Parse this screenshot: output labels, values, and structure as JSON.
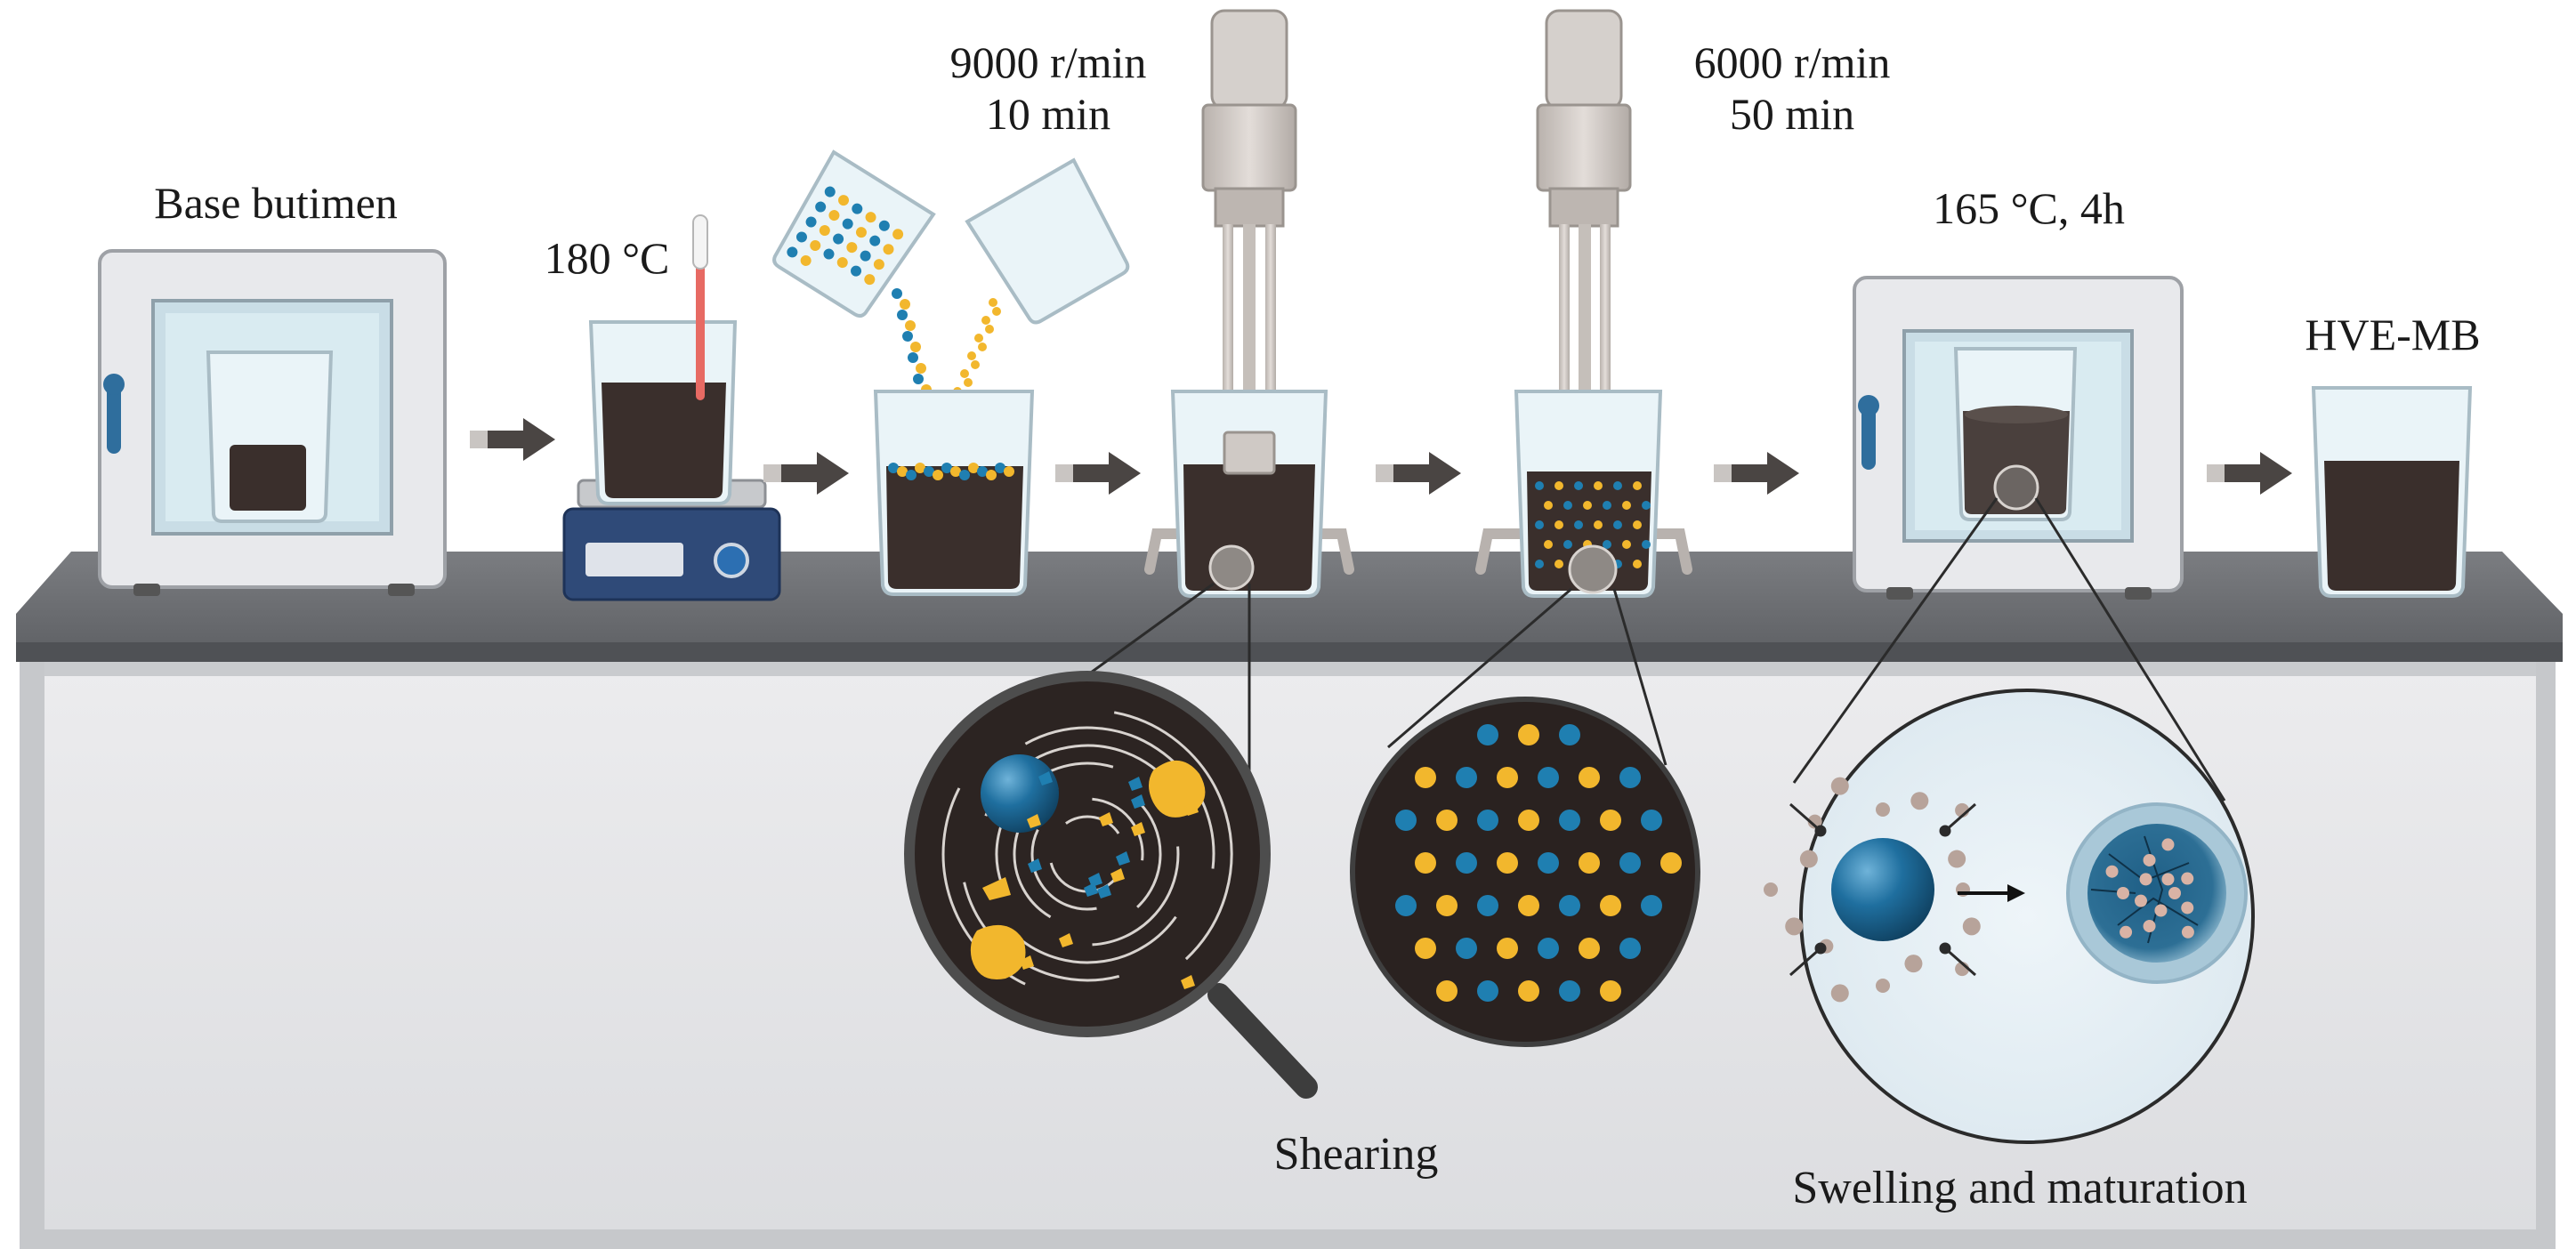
{
  "labels": {
    "base": "Base butimen",
    "temp_heat": "180 °C",
    "shear1_speed": "9000 r/min",
    "shear1_time": "10 min",
    "shear2_speed": "6000 r/min",
    "shear2_time": "50 min",
    "oven2": "165 °C, 4h",
    "product": "HVE-MB",
    "shearing": "Shearing",
    "swelling": "Swelling and maturation"
  },
  "colors": {
    "bitumen": "#3a2f2c",
    "particle_yellow": "#f2b72d",
    "particle_blue": "#1f7fb1",
    "bench_top": "#6e7074",
    "oven_body": "#e8e9ec",
    "glass": "#d9ecf2",
    "arrow": "#4a4543",
    "metal": "#cfc9c5"
  },
  "icons": {
    "oven": "oven-icon",
    "hot_plate": "hot-plate-icon",
    "shear_mixer": "shear-mixer-icon",
    "beaker": "beaker-icon",
    "thermometer": "thermometer-icon",
    "magnifier": "magnifier-icon",
    "arrow": "process-arrow-icon"
  }
}
